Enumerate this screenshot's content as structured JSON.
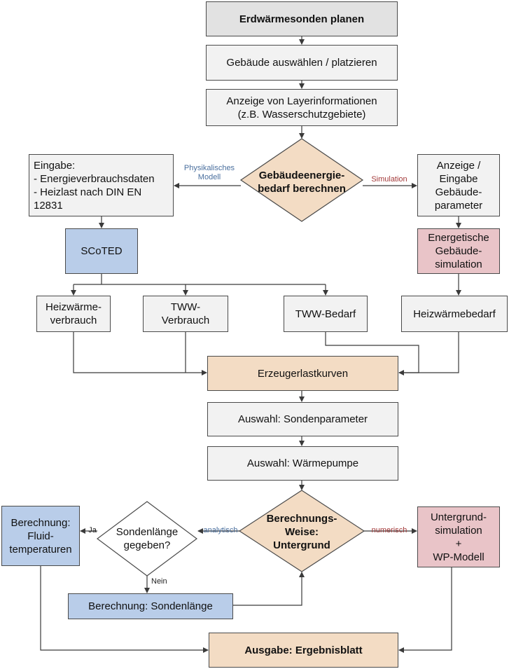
{
  "nodes": {
    "plan": "Erdwärmesonden planen",
    "building": "Gebäude auswählen / platzieren",
    "layer": "Anzeige von Layerinformationen\n(z.B. Wasserschutzgebiete)",
    "input": "Eingabe:\n- Energieverbrauchsdaten\n- Heizlast nach DIN EN\n  12831",
    "decision_energy": "Gebäudeenergie-\nbedarf berechnen",
    "display_params": "Anzeige /\nEingabe\nGebäude-\nparameter",
    "scoted": "SCoTED",
    "building_sim": "Energetische\nGebäude-\nsimulation",
    "heat_consumption": "Heizwärme-\nverbrauch",
    "tww_consumption": "TWW-\nVerbrauch",
    "tww_demand": "TWW-Bedarf",
    "heat_demand": "Heizwärmebedarf",
    "load_curves": "Erzeugerlastkurven",
    "probe_params": "Auswahl: Sondenparameter",
    "heat_pump": "Auswahl: Wärmepumpe",
    "fluid_calc": "Berechnung:\nFluid-\ntemperaturen",
    "decision_length": "Sondenlänge\ngegeben?",
    "decision_method": "Berechnungs-\nWeise:\nUntergrund",
    "ground_sim": "Untergrund-\nsimulation\n+\nWP-Modell",
    "length_calc": "Berechnung: Sondenlänge",
    "output": "Ausgabe: Ergebnisblatt"
  },
  "edge_labels": {
    "physical_model": "Physikalisches\nModell",
    "simulation": "Simulation",
    "analytical": "analytisch",
    "numerical": "numerisch",
    "yes": "Ja",
    "no": "Nein"
  },
  "colors": {
    "gray": "#f2f2f2",
    "gray_dark": "#e2e2e2",
    "orange": "#f3dcc4",
    "blue": "#b9cde9",
    "pink": "#e9c4c8",
    "line": "#3a3a3a",
    "label_blue": "#4a6f9e",
    "label_red": "#a33a3a"
  }
}
